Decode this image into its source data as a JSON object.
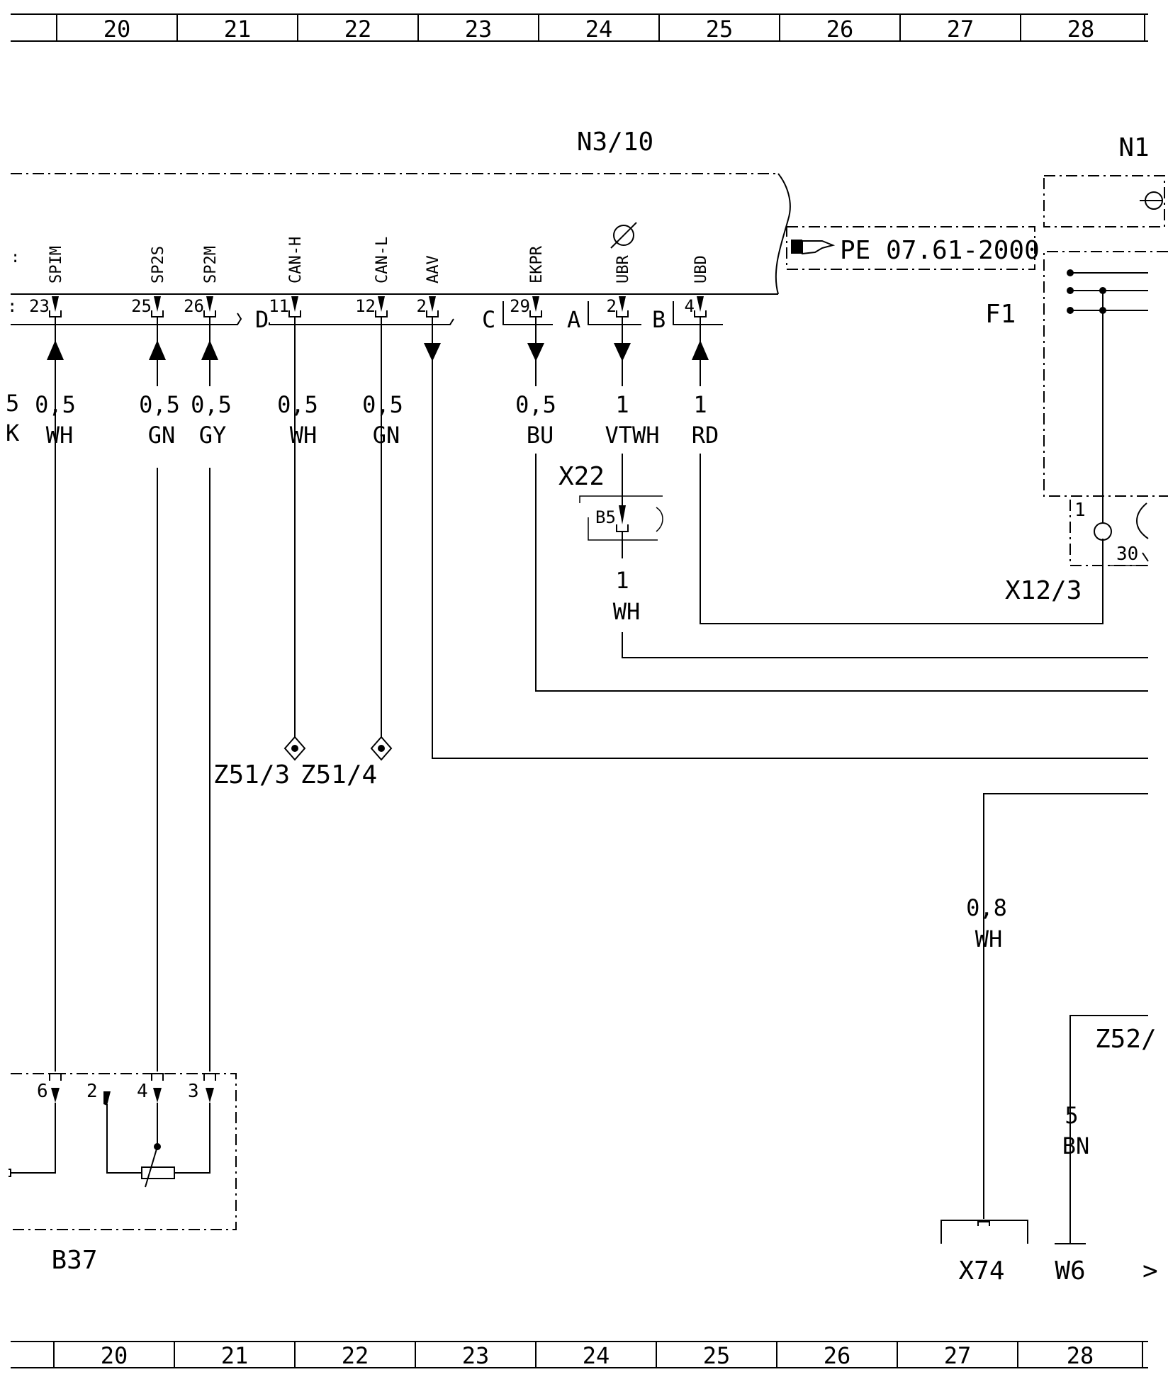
{
  "ruler": {
    "top": [
      "20",
      "21",
      "22",
      "23",
      "24",
      "25",
      "26",
      "27",
      "28"
    ],
    "bottom": [
      "20",
      "21",
      "22",
      "23",
      "24",
      "25",
      "26",
      "27",
      "28"
    ]
  },
  "components": {
    "n3_10": "N3/10",
    "n1_partial": "N1",
    "f1": "F1",
    "x12_3": "X12/3",
    "x22": "X22",
    "b37": "B37",
    "x74": "X74",
    "w6": "W6",
    "z51_3": "Z51/3",
    "z51_4": "Z51/4",
    "z52_partial": "Z52/"
  },
  "reference": {
    "text": "PE 07.61-2000"
  },
  "connector_groups": {
    "d": "D",
    "c": "C",
    "a": "A",
    "b": "B"
  },
  "pins": [
    {
      "signal": "SPIM",
      "pin": "23",
      "gauge": "0,5",
      "color": "WH"
    },
    {
      "signal": "SP2S",
      "pin": "25",
      "gauge": "0,5",
      "color": "GN"
    },
    {
      "signal": "SP2M",
      "pin": "26",
      "gauge": "0,5",
      "color": "GY"
    },
    {
      "signal": "CAN-H",
      "pin": "11",
      "gauge": "0,5",
      "color": "WH"
    },
    {
      "signal": "CAN-L",
      "pin": "12",
      "gauge": "0,5",
      "color": "GN"
    },
    {
      "signal": "AAV",
      "pin": "2",
      "gauge": "",
      "color": ""
    },
    {
      "signal": "EKPR",
      "pin": "29",
      "gauge": "0,5",
      "color": "BU"
    },
    {
      "signal": "UBR",
      "pin": "2",
      "gauge": "1",
      "color": "VTWH"
    },
    {
      "signal": "UBD",
      "pin": "4",
      "gauge": "1",
      "color": "RD"
    }
  ],
  "left_partial": {
    "gauge": "5",
    "color": "K"
  },
  "x22_wire": {
    "pin": "B5",
    "gauge": "1",
    "color": "WH"
  },
  "x12_pins": {
    "p1": "1",
    "p30": "30"
  },
  "x74_wire": {
    "gauge": "0,8",
    "color": "WH"
  },
  "w6_wire": {
    "gauge": "5",
    "color": "BN"
  },
  "b37_pins": [
    "6",
    "2",
    "4",
    "3"
  ]
}
